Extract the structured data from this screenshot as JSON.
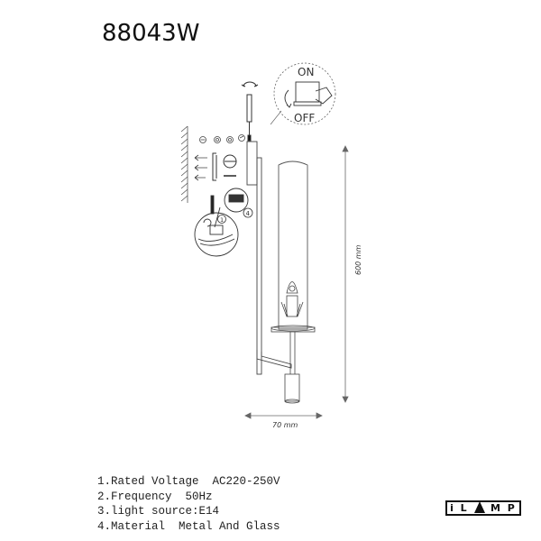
{
  "title": "88043W",
  "specs": [
    "1.Rated Voltage  AC220-250V",
    "2.Frequency  50Hz",
    "3.light source:E14",
    "4.Material  Metal And Glass"
  ],
  "logo": {
    "left": "i L",
    "right": "M P"
  },
  "switch_detail": {
    "on_label": "ON",
    "off_label": "OFF"
  },
  "dimensions": {
    "height_label": "600 mm",
    "width_label": "70 mm"
  },
  "install_steps": {
    "step_1": "1",
    "step_4": "4"
  }
}
